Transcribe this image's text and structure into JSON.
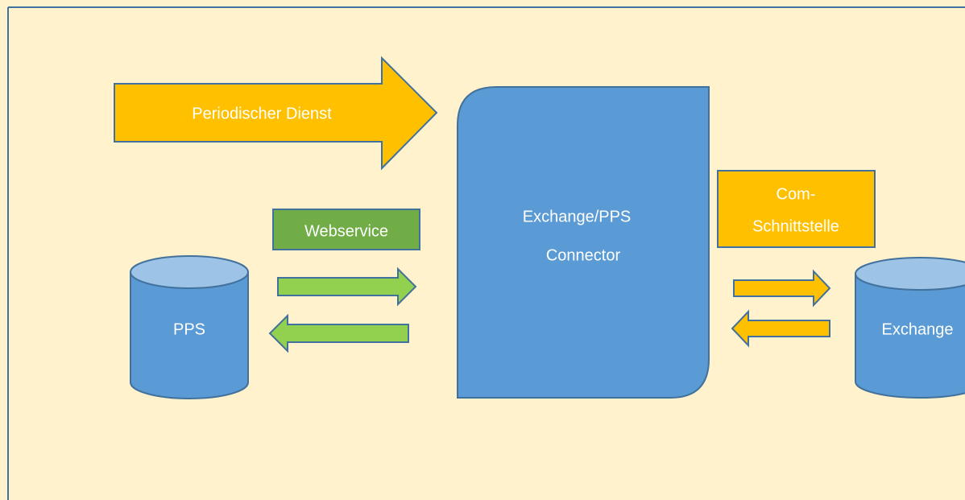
{
  "diagram": {
    "periodic_service": {
      "label": "Periodischer Dienst"
    },
    "connector": {
      "line1": "Exchange/PPS",
      "line2": "Connector"
    },
    "webservice": {
      "label": "Webservice"
    },
    "com_interface": {
      "line1": "Com-",
      "line2": "Schnittstelle"
    },
    "pps_db": {
      "label": "PPS"
    },
    "exchange_db": {
      "label": "Exchange"
    }
  },
  "colors": {
    "background": "#FFF2CC",
    "frame": "#41719C",
    "connector_fill": "#5B9BD5",
    "orange": "#FFC000",
    "green_dark": "#70AD47",
    "green_light": "#92D050",
    "db_top": "#9DC3E6",
    "label_text": "#FFFFFF"
  }
}
